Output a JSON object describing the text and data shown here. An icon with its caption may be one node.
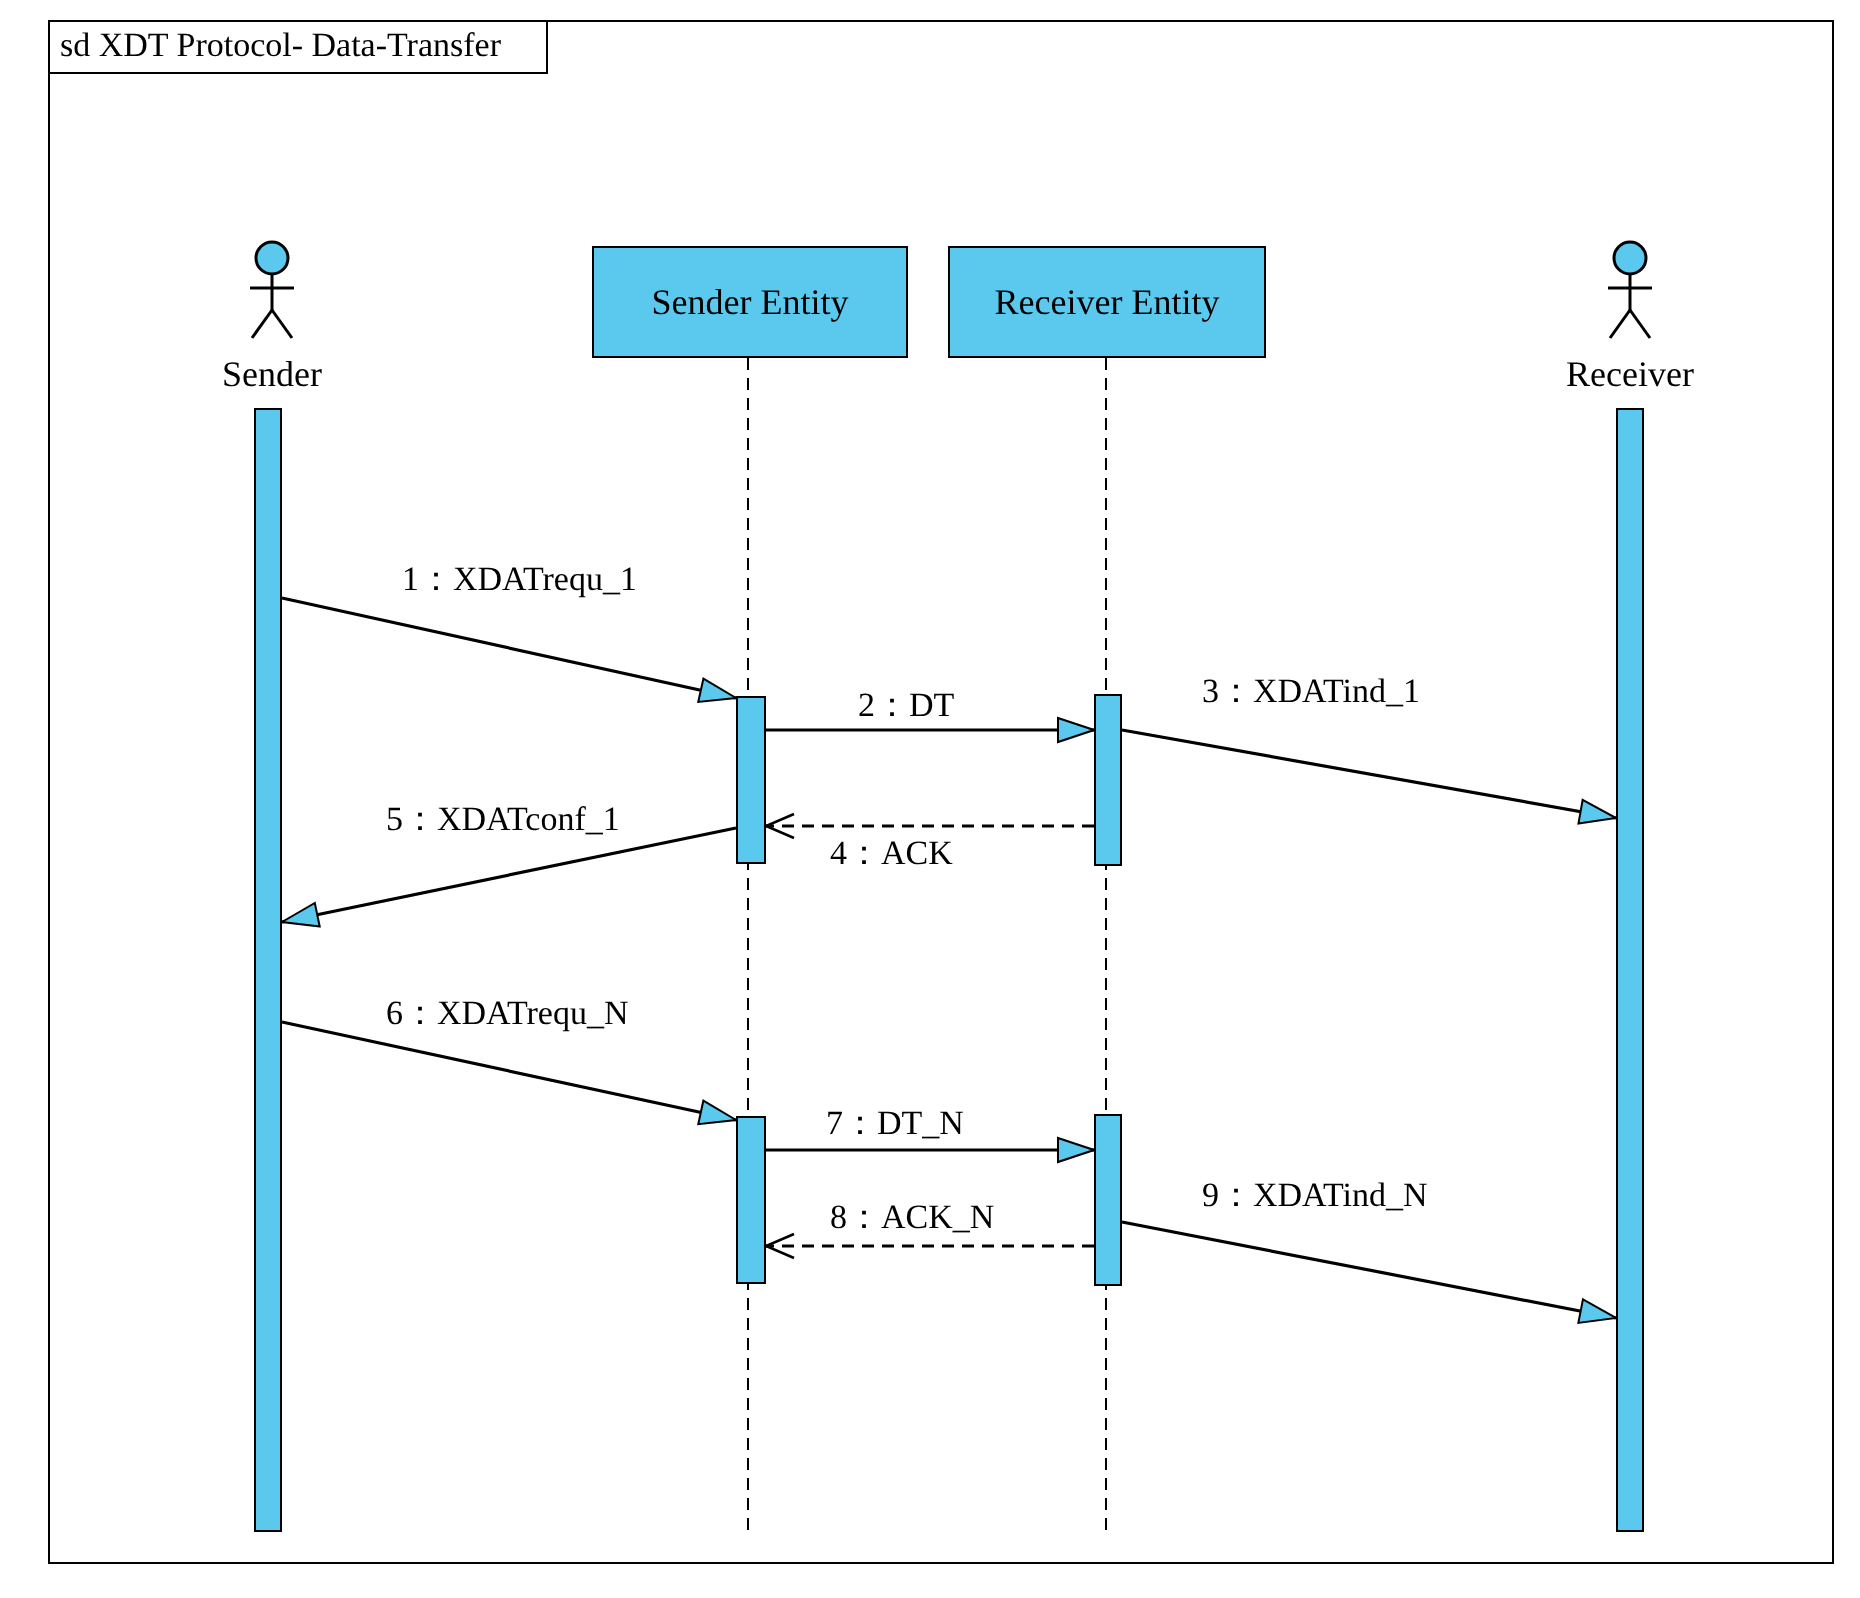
{
  "diagram": {
    "nodes": [
      {
        "text": [
          "sd XDT Protocol- Data-Transfer"
        ]
      },
      {
        "text": [
          "Sender"
        ],
        "in": 0
      },
      {
        "text": [
          "Sender Entity"
        ],
        "in": 0
      },
      {
        "text": [
          "Receiver Entity"
        ],
        "in": 0
      },
      {
        "text": [
          "Receiver"
        ],
        "in": 0
      },
      {
        "text": [],
        "shape": "bar",
        "in": 0
      },
      {
        "text": [],
        "shape": "bar",
        "in": 0
      },
      {
        "text": [],
        "shape": "bar",
        "in": 0
      },
      {
        "text": [],
        "shape": "bar",
        "in": 0
      },
      {
        "text": [],
        "shape": "bar",
        "in": 0
      },
      {
        "text": [],
        "shape": "bar",
        "in": 0
      }
    ],
    "edges": [
      {
        "from": 5,
        "to": 7,
        "arrow": "to",
        "label": "1：XDATrequ_1"
      },
      {
        "from": 7,
        "to": 8,
        "arrow": "to",
        "label": "2：DT"
      },
      {
        "from": 8,
        "to": 6,
        "arrow": "to",
        "label": "3：XDATind_1"
      },
      {
        "from": 8,
        "to": 7,
        "arrow": "to",
        "label": "4：ACK",
        "style": "dashed"
      },
      {
        "from": 7,
        "to": 5,
        "arrow": "to",
        "label": "5：XDATconf_1"
      },
      {
        "from": 5,
        "to": 9,
        "arrow": "to",
        "label": "6：XDATrequ_N"
      },
      {
        "from": 9,
        "to": 10,
        "arrow": "to",
        "label": "7：DT_N"
      },
      {
        "from": 10,
        "to": 9,
        "arrow": "to",
        "label": "8：ACK_N",
        "style": "dashed"
      },
      {
        "from": 10,
        "to": 6,
        "arrow": "to",
        "label": "9：XDATind_N"
      }
    ]
  }
}
